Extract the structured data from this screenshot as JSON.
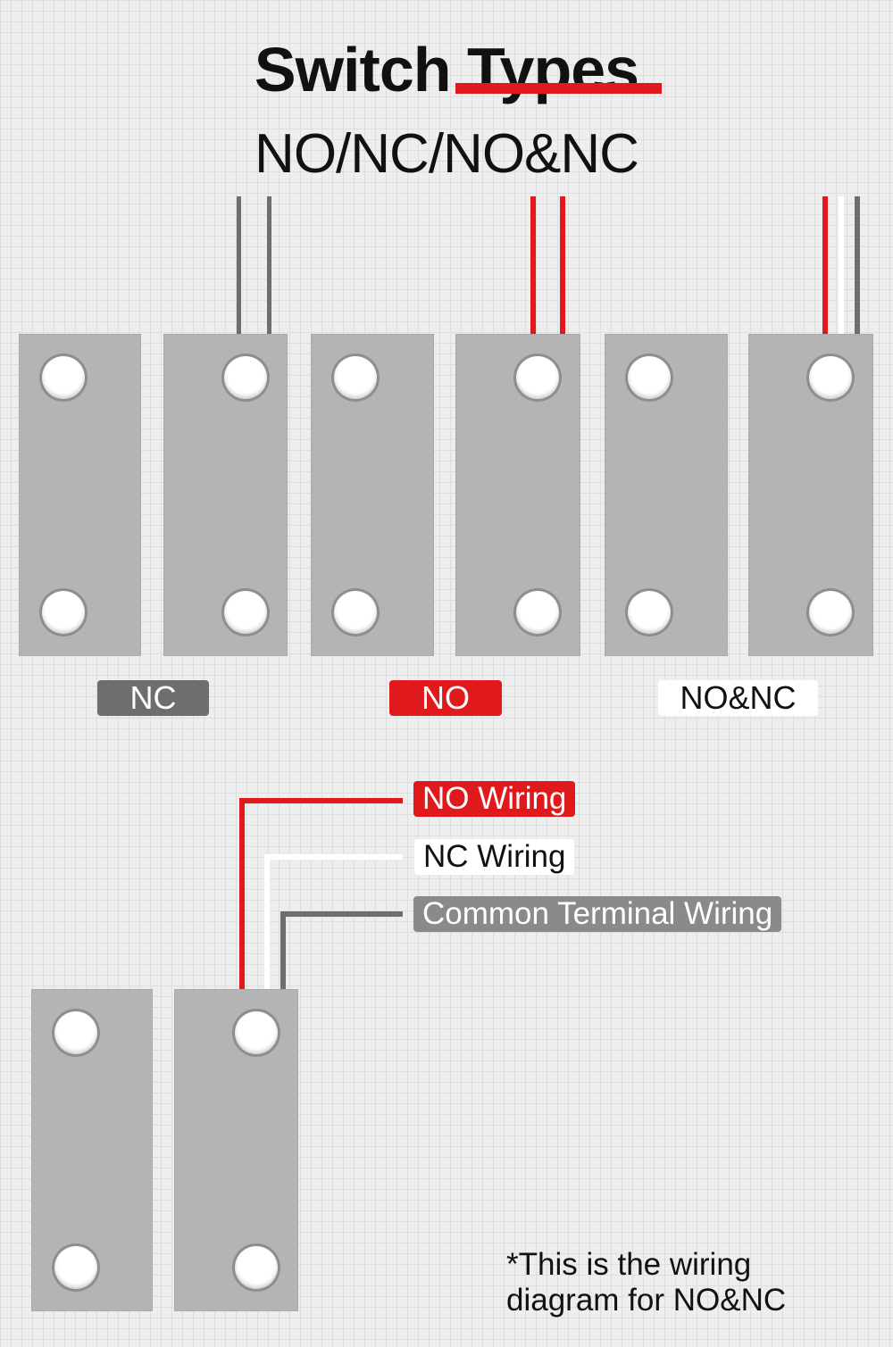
{
  "title": "Switch Types",
  "subtitle": "NO/NC/NO&NC",
  "switch_types": [
    {
      "label": "NC",
      "wire_colors": [
        "gray",
        "gray"
      ]
    },
    {
      "label": "NO",
      "wire_colors": [
        "red",
        "red"
      ]
    },
    {
      "label": "NO&NC",
      "wire_colors": [
        "red",
        "white",
        "gray"
      ]
    }
  ],
  "wiring_legend": {
    "no_wiring": "NO Wiring",
    "nc_wiring": "NC Wiring",
    "common_wiring": "Common Terminal Wiring"
  },
  "note_line1": "*This is the wiring",
  "note_line2": "diagram for NO&NC",
  "colors": {
    "red": "#e0191c",
    "gray": "#6e6e6e",
    "white": "#ffffff",
    "block": "#b4b4b4"
  }
}
